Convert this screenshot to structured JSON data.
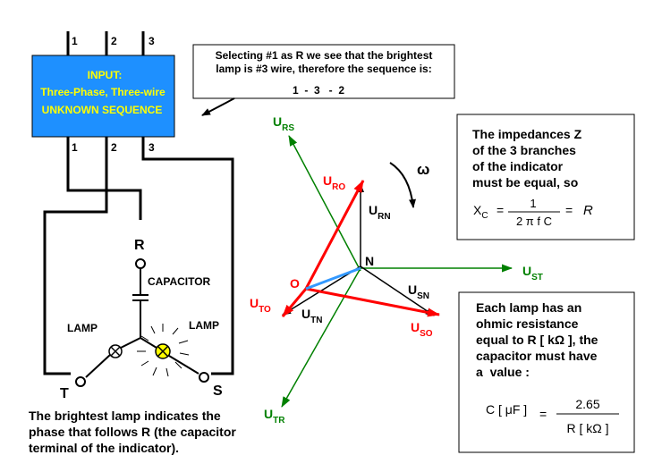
{
  "colors": {
    "wire": "#000000",
    "input_box": "#1e90ff",
    "input_text": "#ffff00",
    "vector_red": "#ff0000",
    "vector_green": "#008000",
    "vector_blue": "#3399ff",
    "vector_black": "#000000",
    "lamp_bright": "#ffff00",
    "label_red": "#ff0000",
    "label_green": "#008000"
  },
  "input_box": {
    "line1": "INPUT:",
    "line2": "Three-Phase, Three-wire",
    "line3": "UNKNOWN SEQUENCE"
  },
  "wire_numbers_top": [
    "1",
    "2",
    "3"
  ],
  "wire_numbers_bottom": [
    "1",
    "2",
    "3"
  ],
  "note_box": {
    "line1": "Selecting #1 as R we see that the brightest",
    "line2": "lamp is #3 wire, therefore the sequence is:",
    "sequence": "1  -  3   -  2"
  },
  "circuit": {
    "terminal_r": "R",
    "terminal_t": "T",
    "terminal_s": "S",
    "capacitor_label": "CAPACITOR",
    "lamp_left_label": "LAMP",
    "lamp_right_label": "LAMP"
  },
  "caption": {
    "line1": "The brightest lamp indicates the",
    "line2": "phase that follows R (the capacitor",
    "line3": "terminal of the indicator)."
  },
  "phasors": {
    "omega": "ω",
    "U": "U",
    "rs_sub": "RS",
    "ro_sub": "RO",
    "rn_sub": "RN",
    "st_sub": "ST",
    "to_sub": "TO",
    "tn_sub": "TN",
    "sn_sub": "SN",
    "so_sub": "SO",
    "tr_sub": "TR",
    "n_label": "N",
    "o_label": "O"
  },
  "impedance_box": {
    "line1": "The impedances Z",
    "line2": "of the 3 branches",
    "line3": "of the indicator",
    "line4": "must be equal, so",
    "xc_x": "X",
    "xc_sub": "C",
    "equals1": "=",
    "numerator": "1",
    "denominator": "2 π f C",
    "equals2": "=",
    "result": "R"
  },
  "resistance_box": {
    "line1": "Each lamp has an",
    "line2": "ohmic resistance",
    "line3": "equal to R [ kΩ ], the",
    "line4": "capacitor must have",
    "line5": "a  value :",
    "lhs": "C [ μF ]",
    "equals": "=",
    "numerator": "2.65",
    "denominator": "R [ kΩ ]"
  }
}
